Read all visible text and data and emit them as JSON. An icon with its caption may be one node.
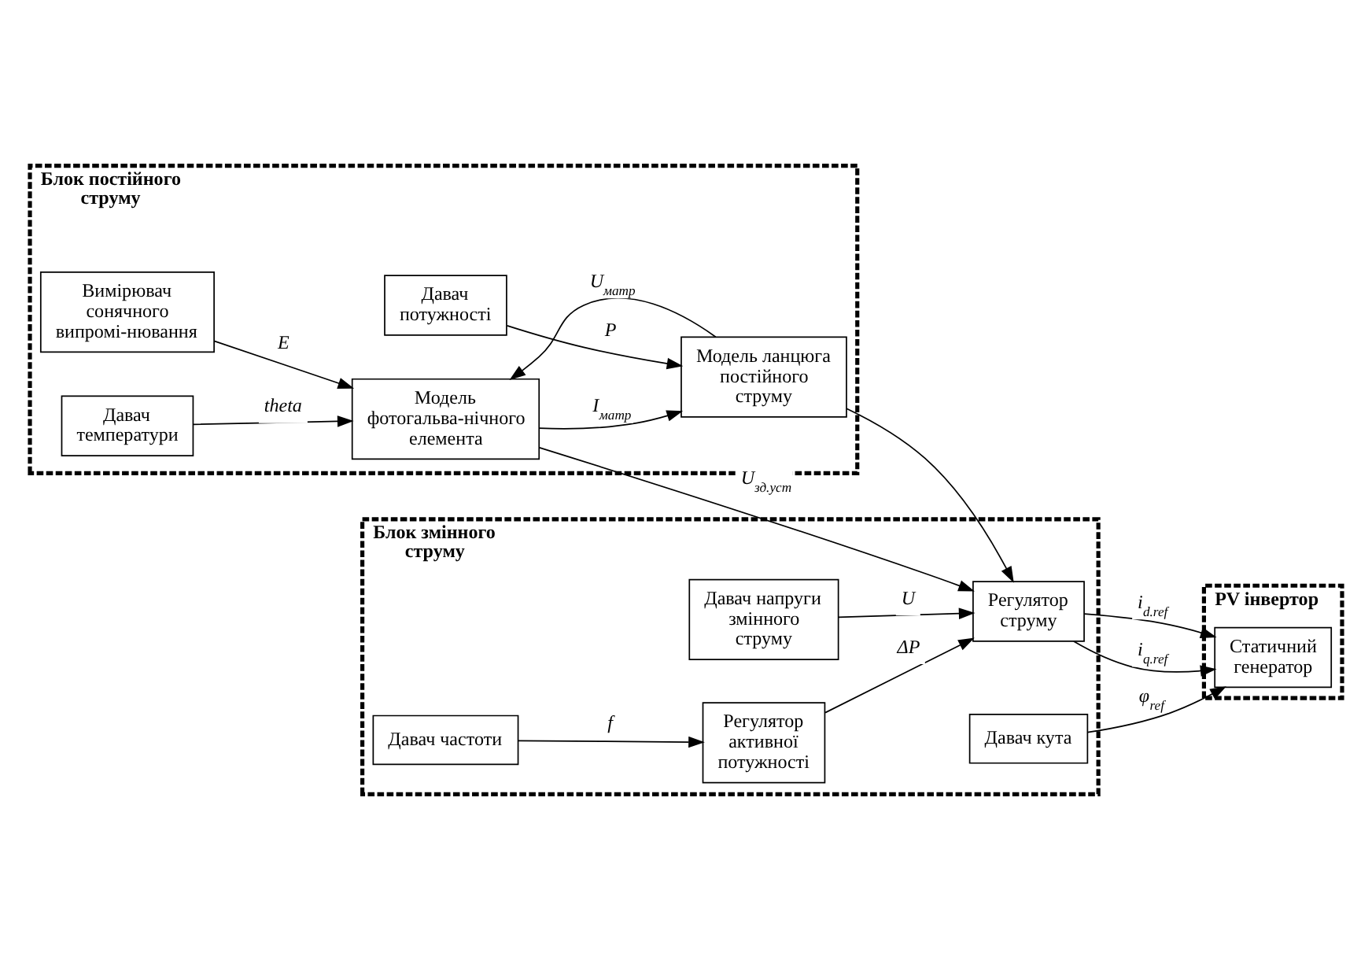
{
  "diagram": {
    "nodes": [
      {
        "text": [
          "Блок постійного струму"
        ]
      },
      {
        "text": [
          "Вимірювач сонячного випромі-нювання"
        ],
        "in": 0
      },
      {
        "text": [
          "Давач температури"
        ],
        "in": 0
      },
      {
        "text": [
          "Модель фотогальва-нічного елемента"
        ],
        "in": 0
      },
      {
        "text": [
          "Модель ланцюга постійного струму"
        ],
        "in": 0
      },
      {
        "text": [
          "Давач потужності"
        ],
        "in": 0
      },
      {
        "text": [
          "PV інвертор"
        ]
      },
      {
        "text": [
          "Статичний генератор"
        ],
        "in": 6
      },
      {
        "text": [
          "Блок змінного струму"
        ]
      },
      {
        "text": [
          "Регулятор струму"
        ],
        "in": 8
      },
      {
        "text": [
          "Давач напруги змінного струму"
        ],
        "in": 8
      },
      {
        "text": [
          "Давач частоти"
        ],
        "in": 8
      },
      {
        "text": [
          "Регулятор активної потужності"
        ],
        "in": 8
      },
      {
        "text": [
          "Давач кута"
        ],
        "in": 8
      }
    ],
    "edges": [
      {
        "from": 1,
        "to": 3,
        "arrow": "to",
        "label": "E"
      },
      {
        "from": 2,
        "to": 3,
        "arrow": "to",
        "label": "theta"
      },
      {
        "from": 3,
        "to": 4,
        "arrow": "to",
        "label": "I$_{матр}$"
      },
      {
        "from": 5,
        "to": 4,
        "arrow": "to",
        "label": "P"
      },
      {
        "from": 4,
        "to": 9,
        "arrow": "to"
      },
      {
        "from": 4,
        "to": 3,
        "arrow": "to",
        "label": "U$_{матр}$"
      },
      {
        "from": 3,
        "to": 9,
        "arrow": "to",
        "label": "U$_{зд.уст}$"
      },
      {
        "from": 10,
        "to": 9,
        "arrow": "to",
        "label": "U"
      },
      {
        "from": 11,
        "to": 12,
        "arrow": "to",
        "label": "f"
      },
      {
        "from": 12,
        "to": 9,
        "arrow": "to",
        "label": "ΔP"
      },
      {
        "from": 9,
        "to": 7,
        "arrow": "to",
        "label": "i$_{d.ref}$"
      },
      {
        "from": 9,
        "to": 7,
        "arrow": "to",
        "label": "i$_{q.ref}$"
      },
      {
        "from": 13,
        "to": 7,
        "arrow": "to",
        "label": "φ$_{ref}$"
      }
    ]
  }
}
